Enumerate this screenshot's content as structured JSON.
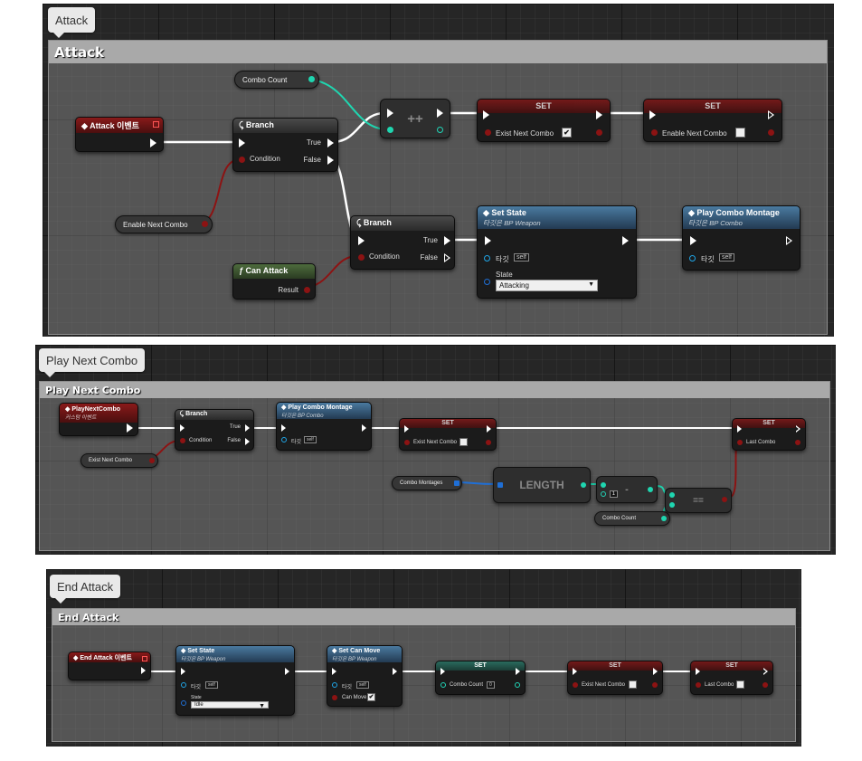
{
  "attack": {
    "tab": "Attack",
    "comment": "Attack",
    "event": "Attack 이벤트",
    "combo_count": "Combo Count",
    "increment": "++",
    "set1": {
      "title": "SET",
      "var": "Exist Next Combo",
      "checked": true
    },
    "set2": {
      "title": "SET",
      "var": "Enable Next Combo",
      "checked": false
    },
    "branch1": {
      "title": "Branch",
      "condition": "Condition",
      "true": "True",
      "false": "False"
    },
    "enable_next_combo": "Enable Next Combo",
    "branch2": {
      "title": "Branch",
      "condition": "Condition",
      "true": "True",
      "false": "False"
    },
    "can_attack": {
      "title": "Can Attack",
      "result": "Result"
    },
    "set_state": {
      "title": "Set State",
      "subtitle": "타깃은 BP Weapon",
      "target": "타깃",
      "self": "self",
      "state_label": "State",
      "state_value": "Attacking"
    },
    "play_combo": {
      "title": "Play Combo Montage",
      "subtitle": "타깃은 BP Combo",
      "target": "타깃",
      "self": "self"
    }
  },
  "play_next": {
    "tab": "Play Next Combo",
    "comment": "Play Next Combo",
    "event": "PlayNextCombo",
    "event_sub": "커스텀 이벤트",
    "branch": {
      "title": "Branch",
      "condition": "Condition",
      "true": "True",
      "false": "False"
    },
    "exist_next_combo": "Exist Next Combo",
    "play_combo": {
      "title": "Play Combo Montage",
      "subtitle": "타깃은 BP Combo",
      "target": "타깃",
      "self": "self"
    },
    "set1": {
      "title": "SET",
      "var": "Exist Next Combo",
      "checked": false
    },
    "set2": {
      "title": "SET",
      "var": "Last Combo"
    },
    "combo_montages": "Combo Montages",
    "length": "LENGTH",
    "minus": "-",
    "minus_value": "1",
    "equals": "==",
    "combo_count": "Combo Count"
  },
  "end": {
    "tab": "End Attack",
    "comment": "End Attack",
    "event": "End Attack 이벤트",
    "set_state": {
      "title": "Set State",
      "subtitle": "타깃은 BP Weapon",
      "target": "타깃",
      "self": "self",
      "state_label": "State",
      "state_value": "Idle"
    },
    "set_can_move": {
      "title": "Set Can Move",
      "subtitle": "타깃은 BP Weapon",
      "target": "타깃",
      "self": "self",
      "var": "Can Move",
      "checked": true
    },
    "set1": {
      "title": "SET",
      "var": "Combo Count",
      "value": "0"
    },
    "set2": {
      "title": "SET",
      "var": "Exist Next Combo",
      "checked": false
    },
    "set3": {
      "title": "SET",
      "var": "Last Combo",
      "checked": false
    }
  },
  "colors": {
    "bool": "#8c1313",
    "int": "#1fd6b0",
    "array": "#1f6fd6",
    "exec": "#ffffff",
    "obj": "#1fa6e8"
  }
}
